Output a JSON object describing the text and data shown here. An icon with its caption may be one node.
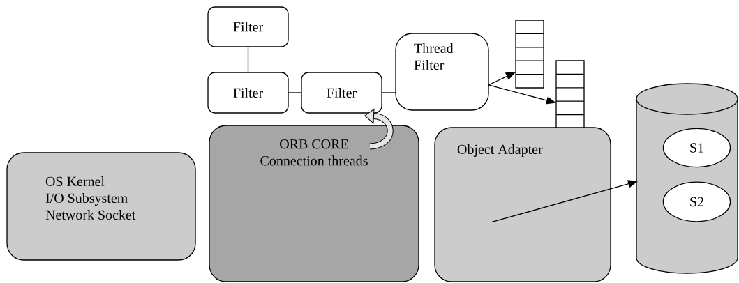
{
  "diagram": {
    "nodes": [
      {
        "text": [
          "Filter"
        ]
      },
      {
        "text": [
          "Filter"
        ]
      },
      {
        "text": [
          "Filter"
        ]
      },
      {
        "text": [
          "Thread Filter"
        ]
      },
      {
        "text": [],
        "shape": "box"
      },
      {
        "text": [],
        "shape": "box"
      },
      {
        "text": [
          "OS Kernel",
          "I/O Subsystem",
          "Network Socket"
        ]
      },
      {
        "text": [
          "ORB CORE",
          "Connection threads"
        ]
      },
      {
        "text": [
          "Object Adapter"
        ]
      },
      {
        "text": [],
        "shape": "cylinder"
      },
      {
        "text": [
          "S1"
        ],
        "in": 9
      },
      {
        "text": [
          "S2"
        ],
        "in": 9
      }
    ],
    "edges": [
      {
        "from": 0,
        "to": 1,
        "arrow": "none"
      },
      {
        "from": 1,
        "to": 2,
        "arrow": "none"
      },
      {
        "from": 2,
        "to": 3,
        "arrow": "none"
      },
      {
        "from": 3,
        "to": 4,
        "arrow": "to"
      },
      {
        "from": 3,
        "to": 5,
        "arrow": "to"
      },
      {
        "from": 7,
        "to": 2,
        "arrow": "to",
        "style": "thick"
      },
      {
        "from": 8,
        "to": 9,
        "arrow": "to"
      }
    ]
  }
}
